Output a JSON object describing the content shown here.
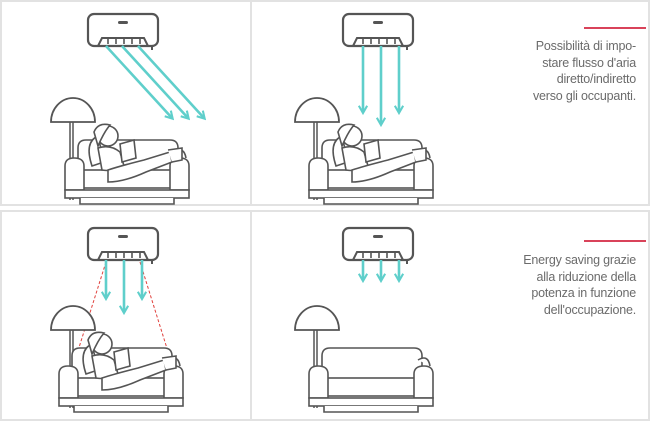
{
  "captions": {
    "top": [
      "Possibilità di impo-",
      "stare flusso d'aria",
      "diretto/indiretto",
      "verso gli occupanti."
    ],
    "bottom": [
      "Energy saving grazie",
      "alla riduzione della",
      "potenza in funzione",
      "dell'occupazione."
    ]
  },
  "colors": {
    "airflow": "#5fcfcb",
    "accent": "#d9435a",
    "line": "#555555",
    "detection": "#e0403c"
  }
}
